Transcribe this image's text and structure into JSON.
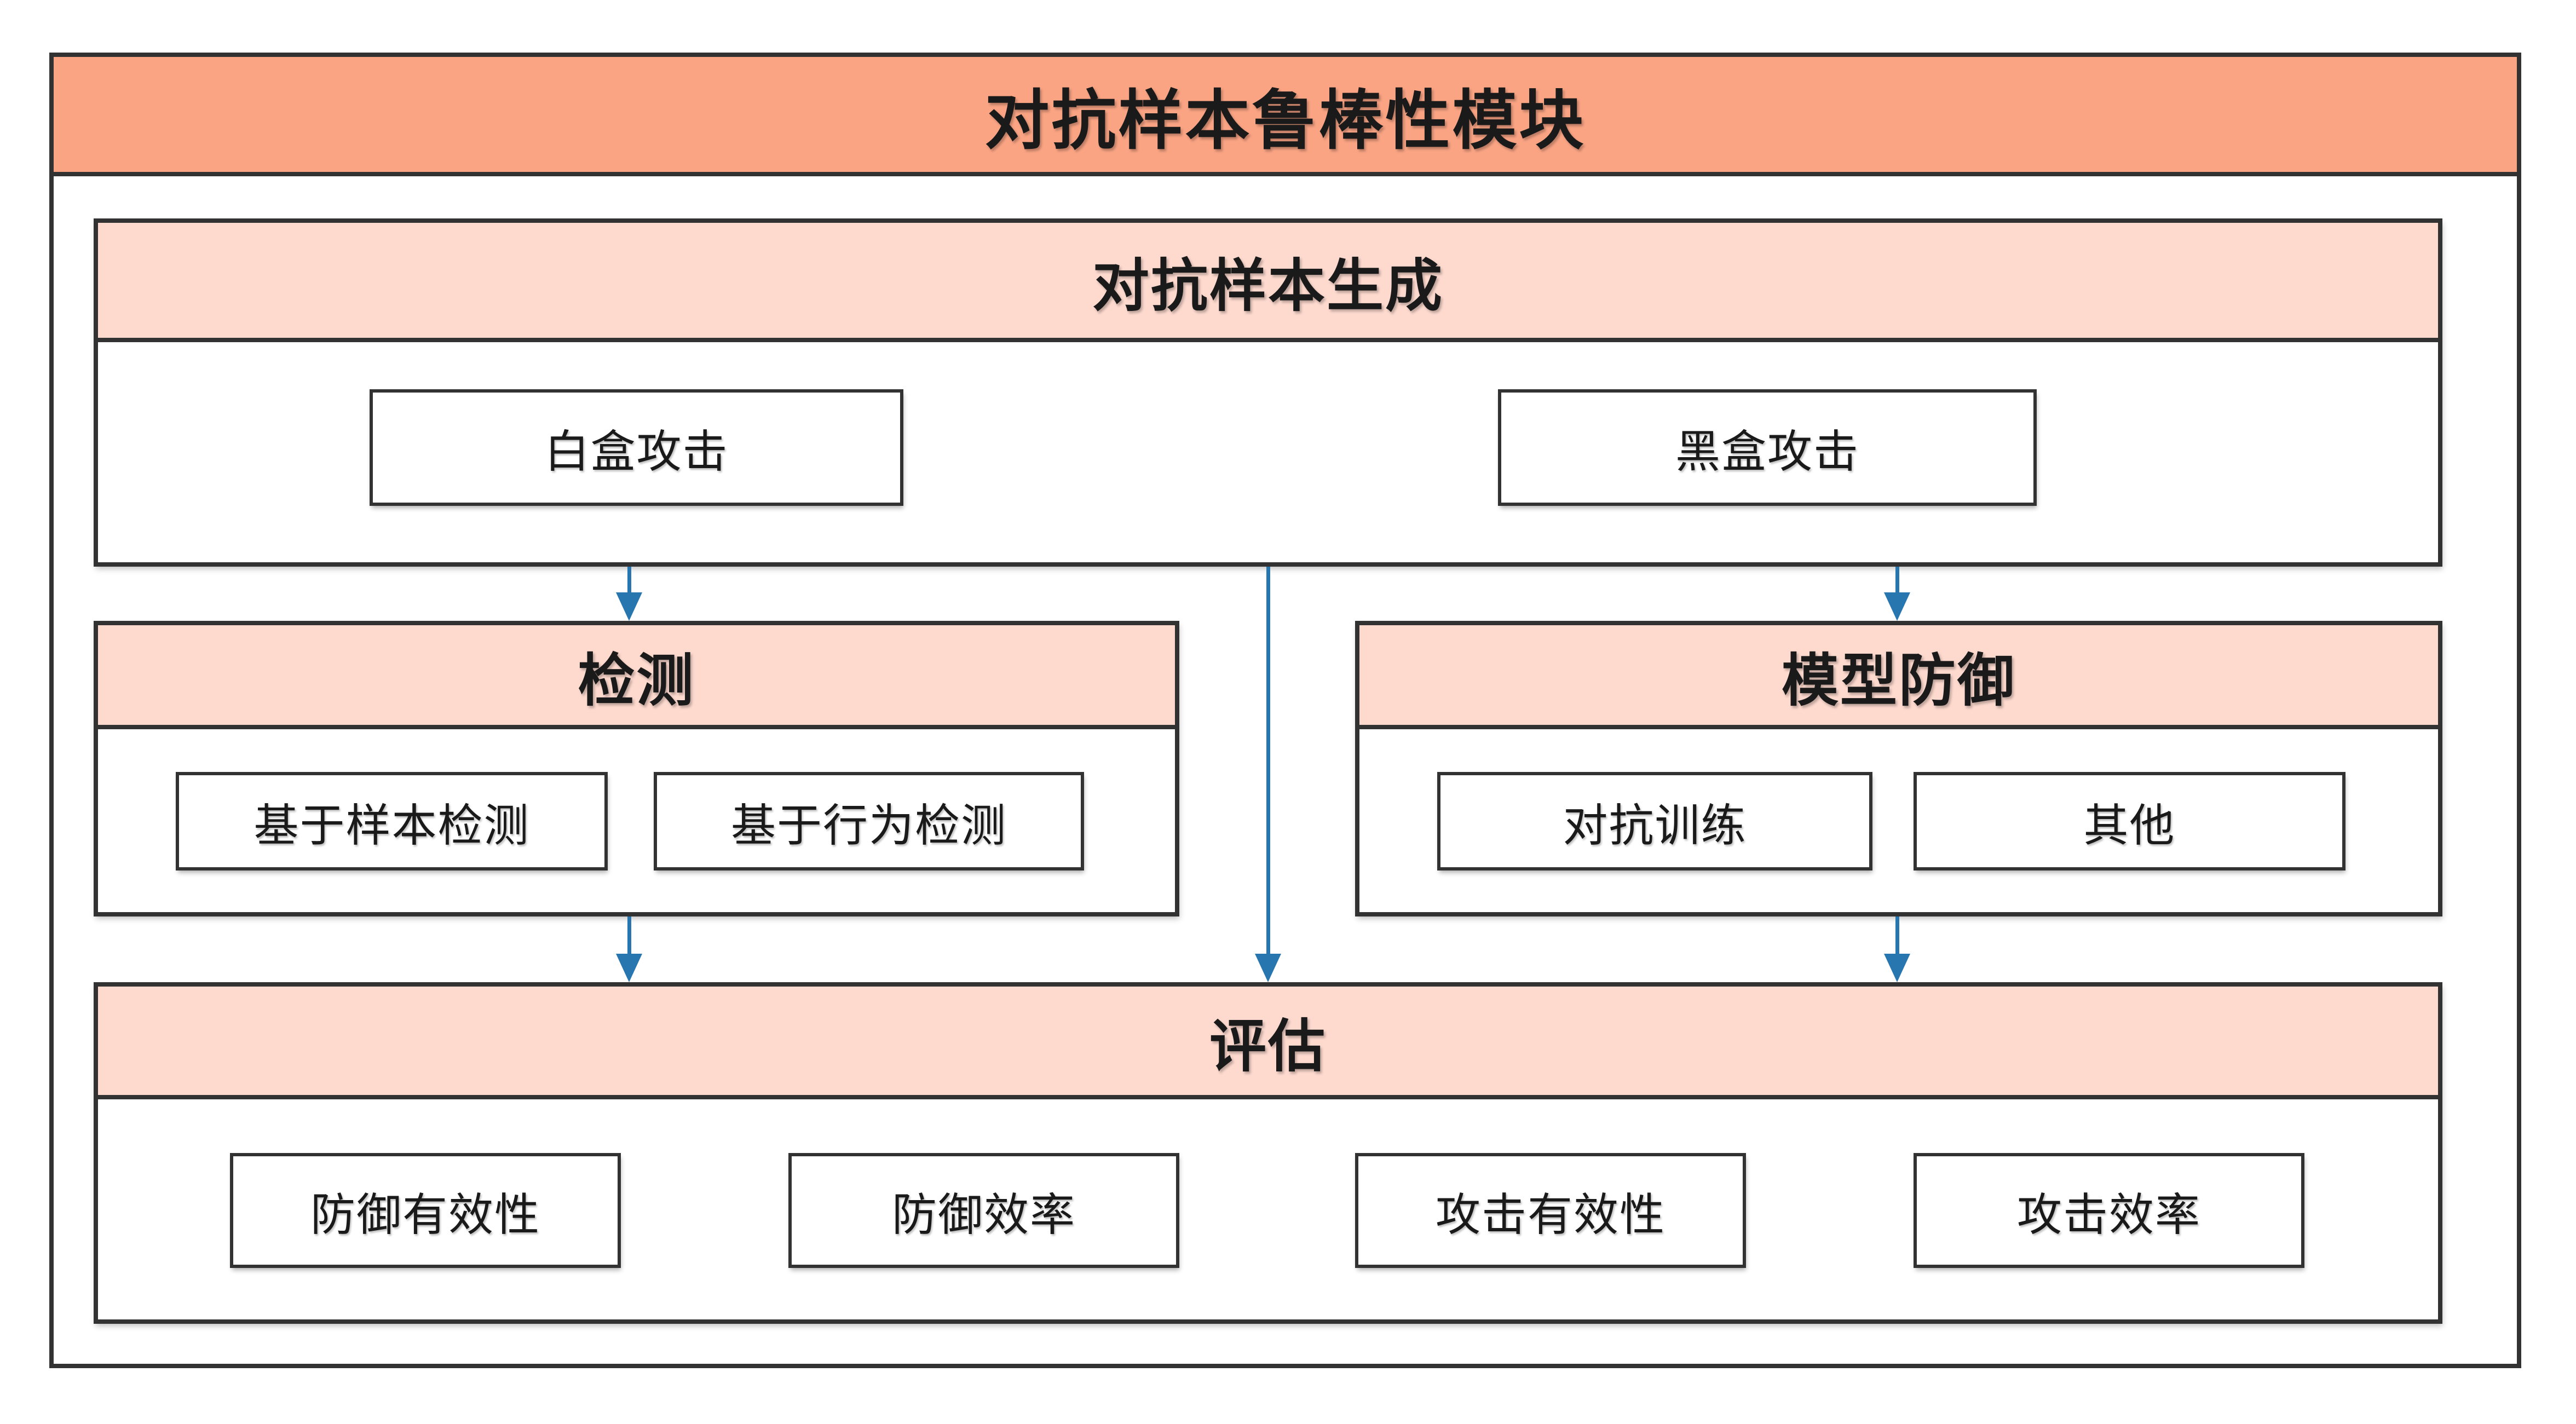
{
  "module": {
    "title": "对抗样本鲁棒性模块"
  },
  "sections": {
    "generation": {
      "title": "对抗样本生成",
      "items": [
        "白盒攻击",
        "黑盒攻击"
      ]
    },
    "detection": {
      "title": "检测",
      "items": [
        "基于样本检测",
        "基于行为检测"
      ]
    },
    "defense": {
      "title": "模型防御",
      "items": [
        "对抗训练",
        "其他"
      ]
    },
    "evaluation": {
      "title": "评估",
      "items": [
        "防御有效性",
        "防御效率",
        "攻击有效性",
        "攻击效率"
      ]
    }
  },
  "flows": [
    {
      "from": "对抗样本生成",
      "to": "检测"
    },
    {
      "from": "对抗样本生成",
      "to": "评估"
    },
    {
      "from": "对抗样本生成",
      "to": "模型防御"
    },
    {
      "from": "检测",
      "to": "评估"
    },
    {
      "from": "模型防御",
      "to": "评估"
    }
  ],
  "colors": {
    "module_header_fill": "#FAA484",
    "section_header_fill": "#FDD9CE",
    "border": "#323232",
    "arrow": "#2876B0",
    "text": "#1A1A1A",
    "background": "#FFFFFF"
  }
}
